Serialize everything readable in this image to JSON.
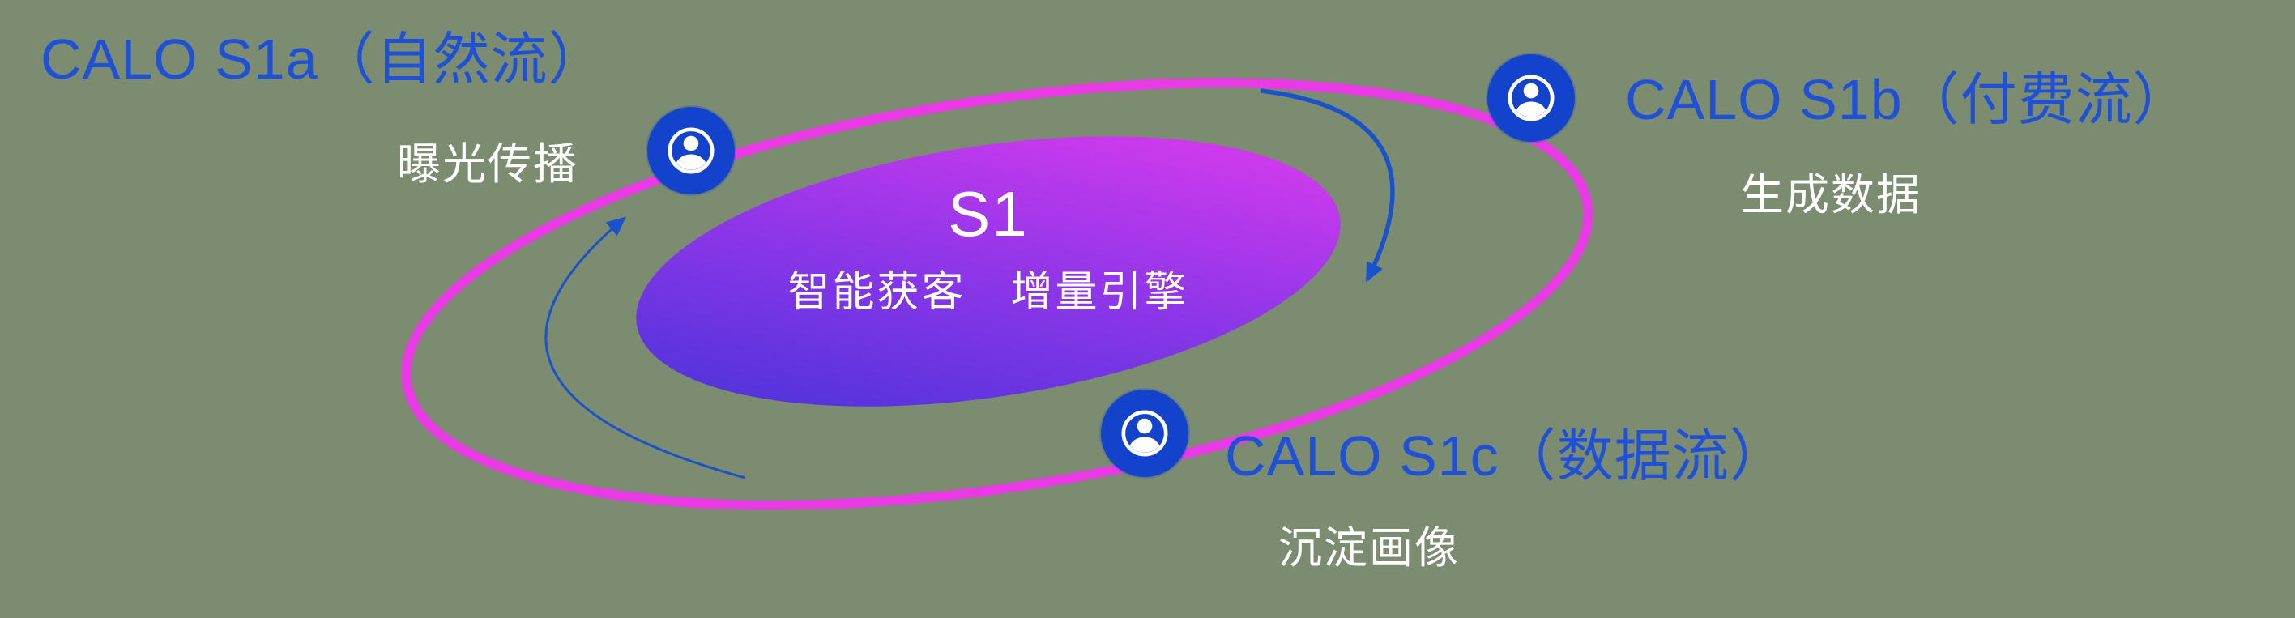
{
  "canvas": {
    "background_color": "#7B8C70"
  },
  "colors": {
    "accent_blue_text": "#1E50D8",
    "node_blue": "#1443CB",
    "arrow_blue": "#1A52CC",
    "orbit_ring_magenta": "#E93AE6",
    "core_gradient_start": "#4233D8",
    "core_gradient_mid": "#8B36E8",
    "core_gradient_end": "#DD3BEE",
    "text_white": "#FFFFFF"
  },
  "core": {
    "title": "S1",
    "subtitle": "智能获客　增量引擎"
  },
  "nodes": [
    {
      "id": "calo-s1a",
      "title": "CALO S1a（自然流）",
      "subtitle": "曝光传播",
      "icon": "person-icon"
    },
    {
      "id": "calo-s1b",
      "title": "CALO S1b（付费流）",
      "subtitle": "生成数据",
      "icon": "person-icon"
    },
    {
      "id": "calo-s1c",
      "title": "CALO S1c（数据流）",
      "subtitle": "沉淀画像",
      "icon": "person-icon"
    }
  ],
  "arrows": [
    {
      "id": "flow-arrow-left",
      "direction": "counterclockwise-up"
    },
    {
      "id": "flow-arrow-top-right",
      "direction": "clockwise-down"
    }
  ]
}
